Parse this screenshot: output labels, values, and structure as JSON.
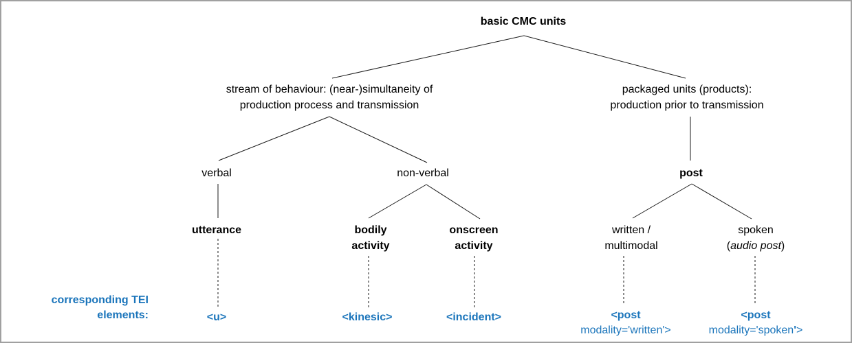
{
  "colors": {
    "tei_blue": "#1b75bb",
    "line": "#1a1a1a",
    "frame": "#a0a0a0"
  },
  "root": {
    "label": "basic CMC units"
  },
  "stream": {
    "line1": "stream of behaviour: (near-)simultaneity of",
    "line2": "production process and transmission"
  },
  "packaged": {
    "line1": "packaged units (products):",
    "line2": "production prior to transmission"
  },
  "verbal": {
    "label": "verbal"
  },
  "nonverbal": {
    "label": "non-verbal"
  },
  "post": {
    "label": "post"
  },
  "utterance": {
    "label": "utterance"
  },
  "bodily": {
    "line1": "bodily",
    "line2": "activity"
  },
  "onscreen": {
    "line1": "onscreen",
    "line2": "activity"
  },
  "written": {
    "line1": "written /",
    "line2": "multimodal"
  },
  "spoken": {
    "line1": "spoken",
    "line2_open": "(",
    "line2_italic": "audio post",
    "line2_close": ")"
  },
  "tei": {
    "caption_line1": "corresponding TEI",
    "caption_line2": "elements:",
    "u": "<u>",
    "kinesic": "<kinesic>",
    "incident": "<incident>",
    "post_written": {
      "line1": "<post",
      "line2": "modality='written'>"
    },
    "post_spoken": {
      "line1": "<post",
      "line2_a": "modality='spoken",
      "line2_apos": "'",
      "line2_b": ">"
    }
  }
}
